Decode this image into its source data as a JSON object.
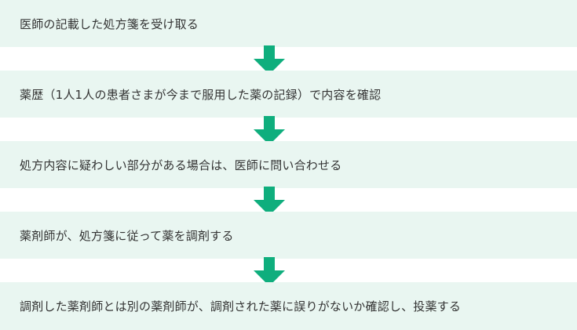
{
  "steps": [
    {
      "label": "医師の記載した処方箋を受け取る"
    },
    {
      "label": "薬歴（1人1人の患者さまが今まで服用した薬の記録）で内容を確認"
    },
    {
      "label": "処方内容に疑わしい部分がある場合は、医師に問い合わせる"
    },
    {
      "label": "薬剤師が、処方箋に従って薬を調剤する"
    },
    {
      "label": "調剤した薬剤師とは別の薬剤師が、調剤された薬に誤りがないか確認し、投薬する"
    }
  ],
  "colors": {
    "step_background": "#e9f6f1",
    "arrow": "#0fae7d",
    "text": "#333333"
  },
  "icons": {
    "connector": "down-arrow-icon"
  }
}
